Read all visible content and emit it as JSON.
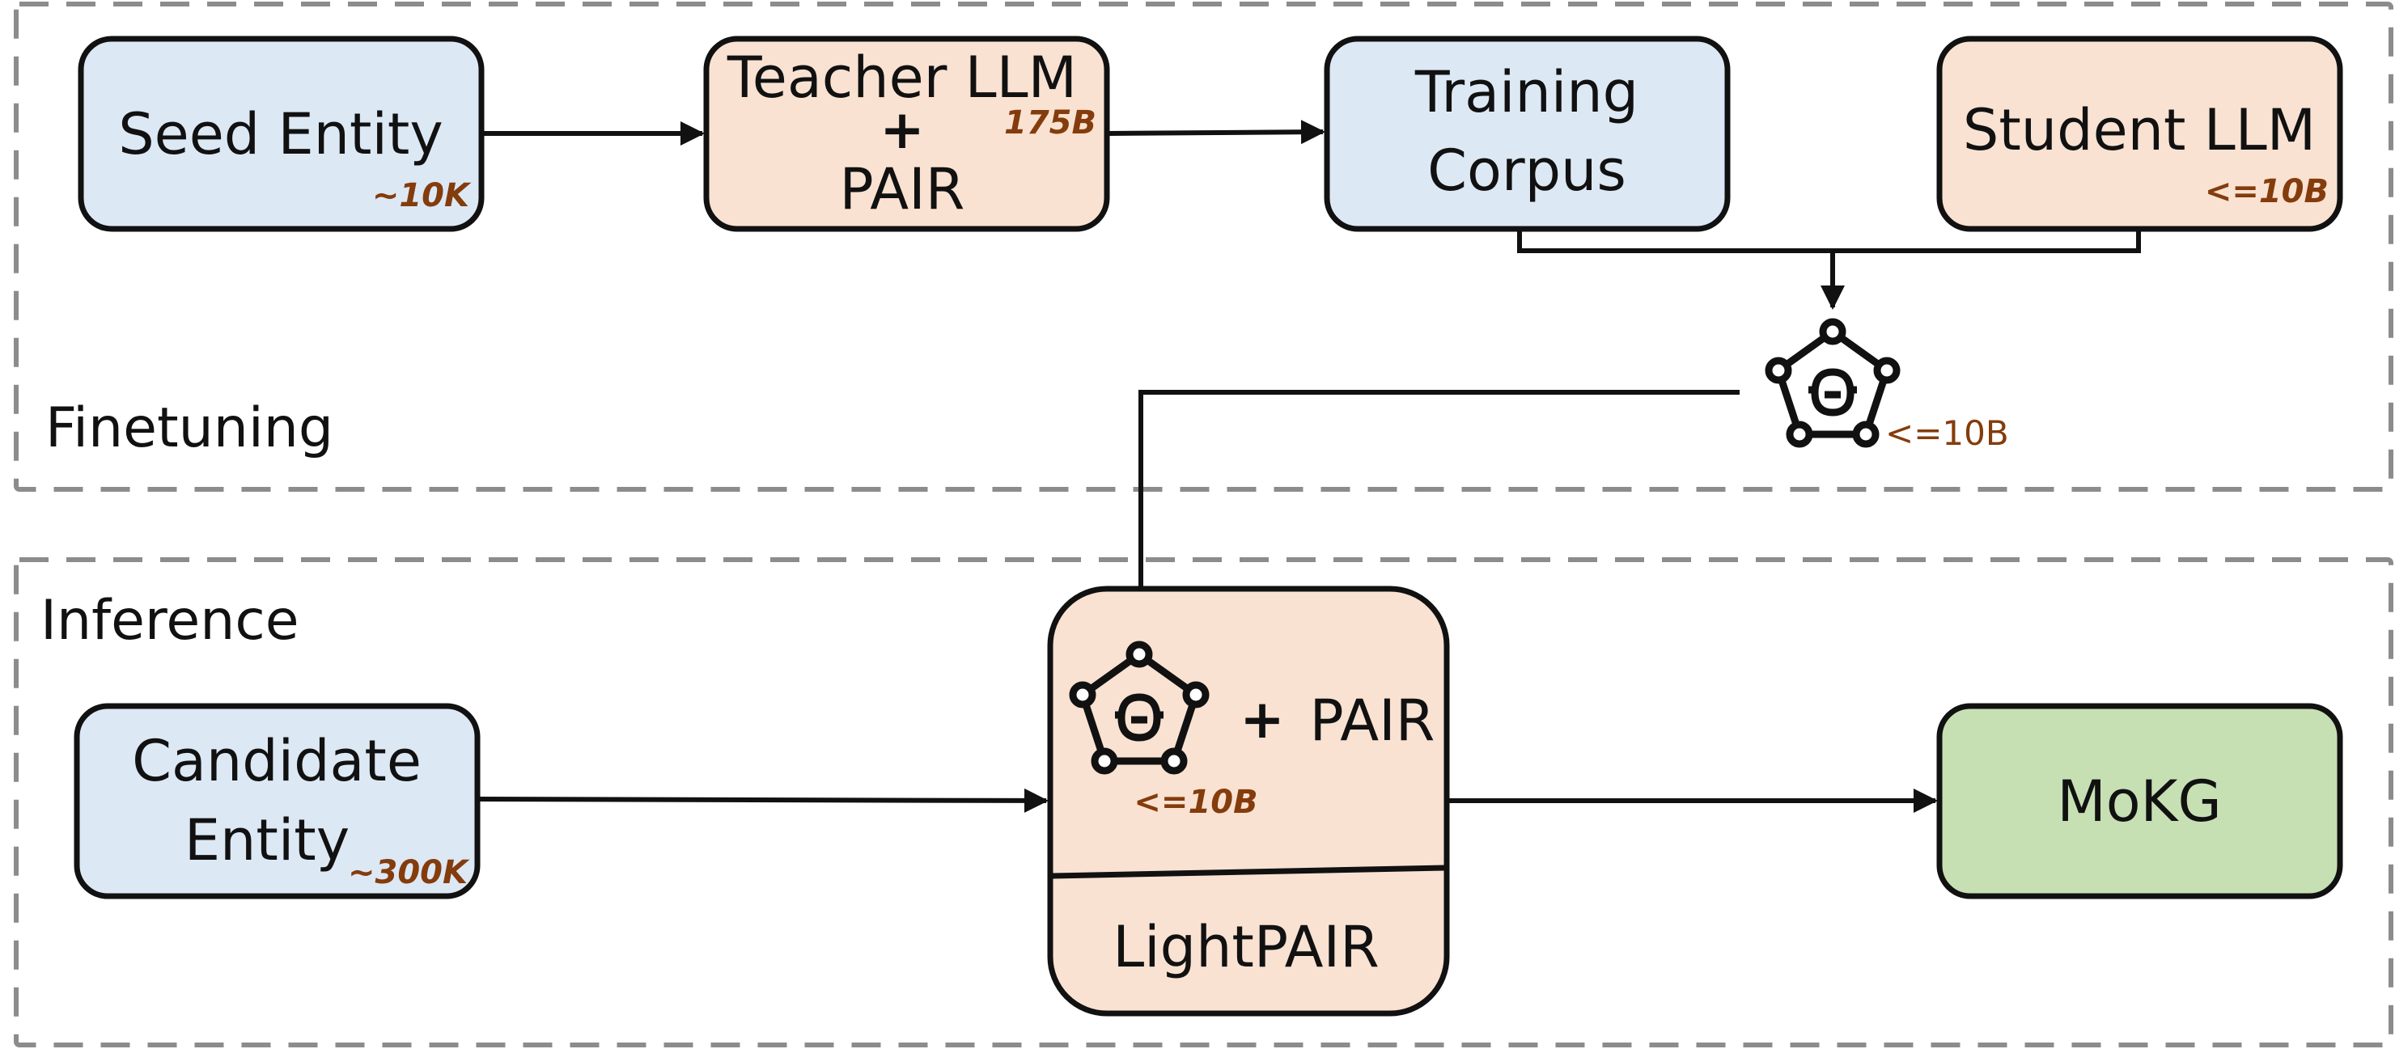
{
  "sections": {
    "finetuning": "Finetuning",
    "inference": "Inference"
  },
  "nodes": {
    "seed_entity": {
      "label": "Seed Entity",
      "size": "~10K"
    },
    "teacher": {
      "line1": "Teacher LLM",
      "plus": "+",
      "line2": "PAIR",
      "size": "175B"
    },
    "training_corpus": {
      "line1": "Training",
      "line2": "Corpus"
    },
    "student": {
      "label": "Student LLM",
      "size": "<=10B"
    },
    "finetuned_model": {
      "icon": "llm-network-icon",
      "size": "<=10B"
    },
    "candidate_entity": {
      "line1": "Candidate",
      "line2": "Entity",
      "size": "~300K"
    },
    "lightpair": {
      "plus": "+",
      "pair": "PAIR",
      "size": "<=10B",
      "label": "LightPAIR",
      "icon": "llm-network-icon"
    },
    "mokg": {
      "label": "MoKG"
    }
  },
  "colors": {
    "entity_fill": "#dde8f5",
    "llm_fill": "#f9e2d2",
    "output_fill": "#c6e0b4",
    "size_tag": "#843c0c",
    "border": "#111111",
    "section_border": "#8c8c8c"
  }
}
